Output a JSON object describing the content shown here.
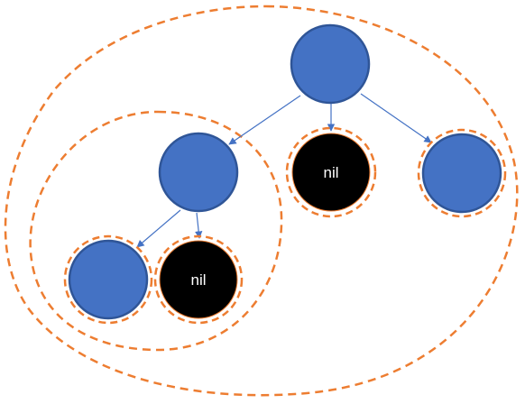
{
  "colors": {
    "blue_node_fill": "#4472C4",
    "blue_node_stroke": "#2F5597",
    "nil_node_fill": "#000000",
    "edge": "#4472C4",
    "group_outline": "#ED7D31"
  },
  "nodes": [
    {
      "id": "root",
      "kind": "blue",
      "label": ""
    },
    {
      "id": "left",
      "kind": "blue",
      "label": ""
    },
    {
      "id": "mid-nil",
      "kind": "nil",
      "label": "nil"
    },
    {
      "id": "right",
      "kind": "blue",
      "label": ""
    },
    {
      "id": "left-left",
      "kind": "blue",
      "label": ""
    },
    {
      "id": "left-nil",
      "kind": "nil",
      "label": "nil"
    }
  ],
  "edges": [
    {
      "from": "root",
      "to": "left"
    },
    {
      "from": "root",
      "to": "mid-nil"
    },
    {
      "from": "root",
      "to": "right"
    },
    {
      "from": "left",
      "to": "left-left"
    },
    {
      "from": "left",
      "to": "left-nil"
    }
  ],
  "groups": [
    {
      "id": "whole-tree",
      "contains": [
        "root",
        "left",
        "mid-nil",
        "right",
        "left-left",
        "left-nil"
      ]
    },
    {
      "id": "left-subtree",
      "contains": [
        "left",
        "left-left",
        "left-nil"
      ]
    },
    {
      "id": "mid-nil-leaf",
      "contains": [
        "mid-nil"
      ]
    },
    {
      "id": "right-leaf",
      "contains": [
        "right"
      ]
    },
    {
      "id": "left-left-leaf",
      "contains": [
        "left-left"
      ]
    },
    {
      "id": "left-nil-leaf",
      "contains": [
        "left-nil"
      ]
    }
  ]
}
